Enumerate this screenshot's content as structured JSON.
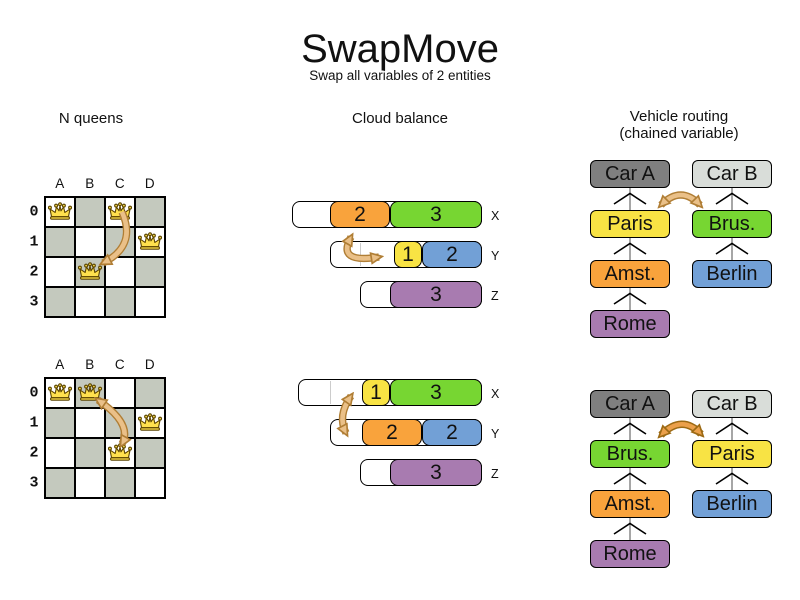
{
  "header": {
    "title": "SwapMove",
    "subtitle": "Swap all variables of 2 entities"
  },
  "sections": {
    "nqueens": {
      "title": "N queens"
    },
    "cloud": {
      "title": "Cloud balance"
    },
    "vehicle": {
      "title": "Vehicle routing",
      "subtitle": "(chained variable)"
    }
  },
  "colors": {
    "orange": "#F9A33C",
    "green": "#77D632",
    "yellow": "#F8E344",
    "blue": "#72A0D6",
    "purple": "#A87BB0",
    "car_a_gray": "#7F7F7F",
    "car_b_gray": "#D9DDD9",
    "board_gray": "#C4C9BE",
    "arrow_tan_fill": "#EAC088",
    "arrow_tan_stroke": "#B07E35",
    "arrow_orange_fill": "#EBA04B",
    "arrow_orange_stroke": "#9C6A14",
    "chain_line": "#909090",
    "queen_gold": "#FFE14E",
    "queen_outline": "#5C4500"
  },
  "nqueens": {
    "col_labels": [
      "A",
      "B",
      "C",
      "D"
    ],
    "row_labels": [
      "0",
      "1",
      "2",
      "3"
    ],
    "boards": [
      {
        "queens": [
          "A0",
          "C0",
          "D1",
          "B2"
        ],
        "arrow": {
          "from": "C0",
          "to": "B2",
          "double": false
        }
      },
      {
        "queens": [
          "A0",
          "B0",
          "D1",
          "C2"
        ],
        "arrow": {
          "from": "B0",
          "to": "C2",
          "double": true
        }
      }
    ]
  },
  "cloud": {
    "states": [
      {
        "rows": [
          {
            "label": "X",
            "blocks": [
              {
                "value": "2",
                "color": "orange"
              },
              {
                "value": "3",
                "color": "green"
              }
            ]
          },
          {
            "label": "Y",
            "blocks": [
              {
                "value": "1",
                "color": "yellow"
              },
              {
                "value": "2",
                "color": "blue"
              }
            ]
          },
          {
            "label": "Z",
            "blocks": [
              {
                "value": "3",
                "color": "purple"
              }
            ]
          }
        ]
      },
      {
        "rows": [
          {
            "label": "X",
            "blocks": [
              {
                "value": "1",
                "color": "yellow"
              },
              {
                "value": "3",
                "color": "green"
              }
            ]
          },
          {
            "label": "Y",
            "blocks": [
              {
                "value": "2",
                "color": "orange"
              },
              {
                "value": "2",
                "color": "blue"
              }
            ]
          },
          {
            "label": "Z",
            "blocks": [
              {
                "value": "3",
                "color": "purple"
              }
            ]
          }
        ]
      }
    ]
  },
  "vehicle": {
    "box_colors": {
      "Car A": "car_a_gray",
      "Car B": "car_b_gray",
      "Paris": "yellow",
      "Brus.": "green",
      "Amst.": "orange",
      "Berlin": "blue",
      "Rome": "purple"
    },
    "states": [
      {
        "left": [
          "Car A",
          "Paris",
          "Amst.",
          "Rome"
        ],
        "right": [
          "Car B",
          "Brus.",
          "Berlin"
        ]
      },
      {
        "left": [
          "Car A",
          "Brus.",
          "Amst.",
          "Rome"
        ],
        "right": [
          "Car B",
          "Paris",
          "Berlin"
        ]
      }
    ]
  }
}
